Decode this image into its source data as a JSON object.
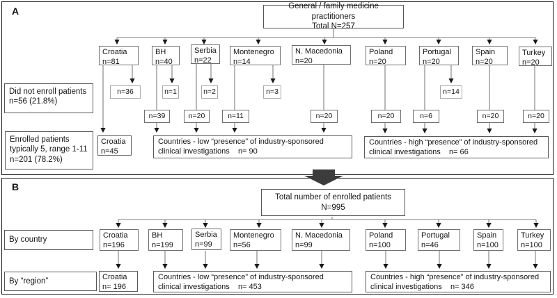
{
  "panels": {
    "a": {
      "label": "A",
      "root": [
        "General / family medicine practitioners",
        "Total N=257"
      ],
      "notes": {
        "dropout": [
          "Did not enroll patients",
          "n=56 (21.8%)"
        ],
        "enrolled": [
          "Enrolled patients",
          "typically 5, range 1-11",
          "n=201 (78.2%)"
        ]
      },
      "countries": [
        {
          "name": "Croatia",
          "n": "n=81",
          "dropout": "n=36"
        },
        {
          "name": "BH",
          "n": "n=40",
          "dropout": "n=1",
          "enrolled": "n=39"
        },
        {
          "name": "Serbia",
          "n": "n=22",
          "dropout": "n=2",
          "enrolled": "n=20"
        },
        {
          "name": "Montenegro",
          "n": "n=14",
          "dropout": "n=3",
          "enrolled": "n=11"
        },
        {
          "name": "N. Macedonia",
          "n": "n=20",
          "enrolled": "n=20"
        },
        {
          "name": "Poland",
          "n": "n=20",
          "enrolled": "n=20"
        },
        {
          "name": "Portugal",
          "n": "n=20",
          "dropout": "n=14",
          "enrolled": "n=6"
        },
        {
          "name": "Spain",
          "n": "n=20",
          "enrolled": "n=20"
        },
        {
          "name": "Turkey",
          "n": "n=20",
          "enrolled": "n=20"
        }
      ],
      "outcomes": {
        "croatia": [
          "Croatia",
          "n=45"
        ],
        "low": [
          "Countries - low “presence” of industry-sponsored",
          "clinical investigations    n= 90"
        ],
        "high": [
          "Countries - high “presence” of industry-sponsored",
          "clinical investigations    n= 66"
        ]
      }
    },
    "b": {
      "label": "B",
      "root": [
        "Total number of enrolled patients",
        "N=995"
      ],
      "row_labels": {
        "country": "By country",
        "region": "By “region”"
      },
      "countries": [
        {
          "name": "Croatia",
          "n": "n=196"
        },
        {
          "name": "BH",
          "n": "n=199"
        },
        {
          "name": "Serbia",
          "n": "n=99"
        },
        {
          "name": "Montenegro",
          "n": "n=56"
        },
        {
          "name": "N. Macedonia",
          "n": "n=99"
        },
        {
          "name": "Poland",
          "n": "n=100"
        },
        {
          "name": "Portugal",
          "n": "n=46"
        },
        {
          "name": "Spain",
          "n": "n=100"
        },
        {
          "name": "Turkey",
          "n": "n=100"
        }
      ],
      "outcomes": {
        "croatia": [
          "Croatia",
          "n= 196"
        ],
        "low": [
          "Countries - low “presence” of industry-sponsored",
          "clinical investigations    n= 453"
        ],
        "high": [
          "Countries - high “presence” of industry-sponsored",
          "clinical investigations    n= 346"
        ]
      }
    }
  }
}
